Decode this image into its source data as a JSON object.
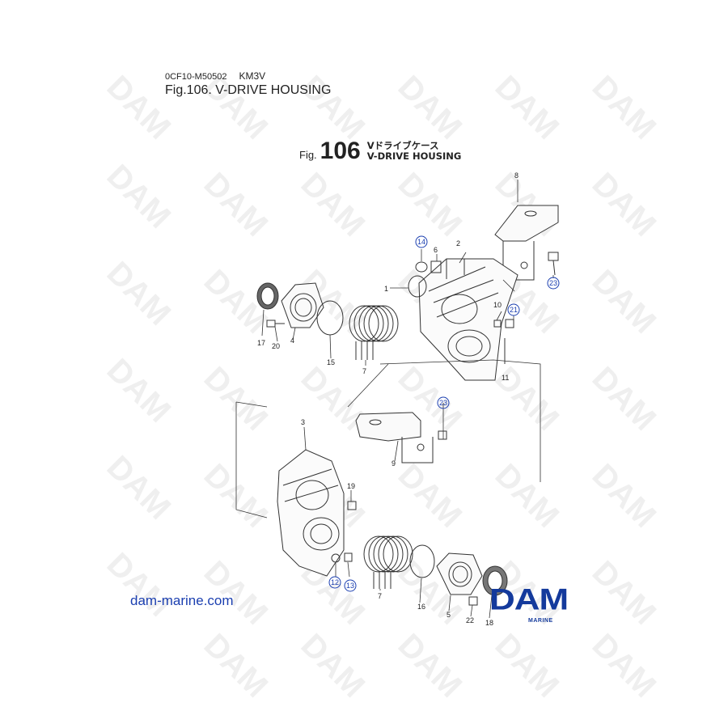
{
  "header": {
    "code": "0CF10-M50502",
    "model": "KM3V",
    "title": "Fig.106.  V-DRIVE HOUSING"
  },
  "figure": {
    "prefix": "Fig.",
    "number": "106",
    "title_jp": "Vドライブケース",
    "title_en": "V-DRIVE HOUSING"
  },
  "watermark": "DAM",
  "callouts": {
    "part1": "1",
    "part2": "2",
    "part3": "3",
    "part4": "4",
    "part5": "5",
    "part6": "6",
    "part7a": "7",
    "part7b": "7",
    "part8": "8",
    "part9": "9",
    "part10": "10",
    "part11": "11",
    "part12": "12",
    "part13": "13",
    "part14": "14",
    "part15": "15",
    "part16": "16",
    "part17": "17",
    "part18": "18",
    "part19": "19",
    "part20": "20",
    "part21": "21",
    "part22": "22",
    "part23a": "23",
    "part23b": "23"
  },
  "circled_color": "#1b3fb0",
  "footer": {
    "website": "dam-marine.com",
    "logo_text": "DAM",
    "logo_sub": "MARINE"
  },
  "brand_color": "#143a9c"
}
